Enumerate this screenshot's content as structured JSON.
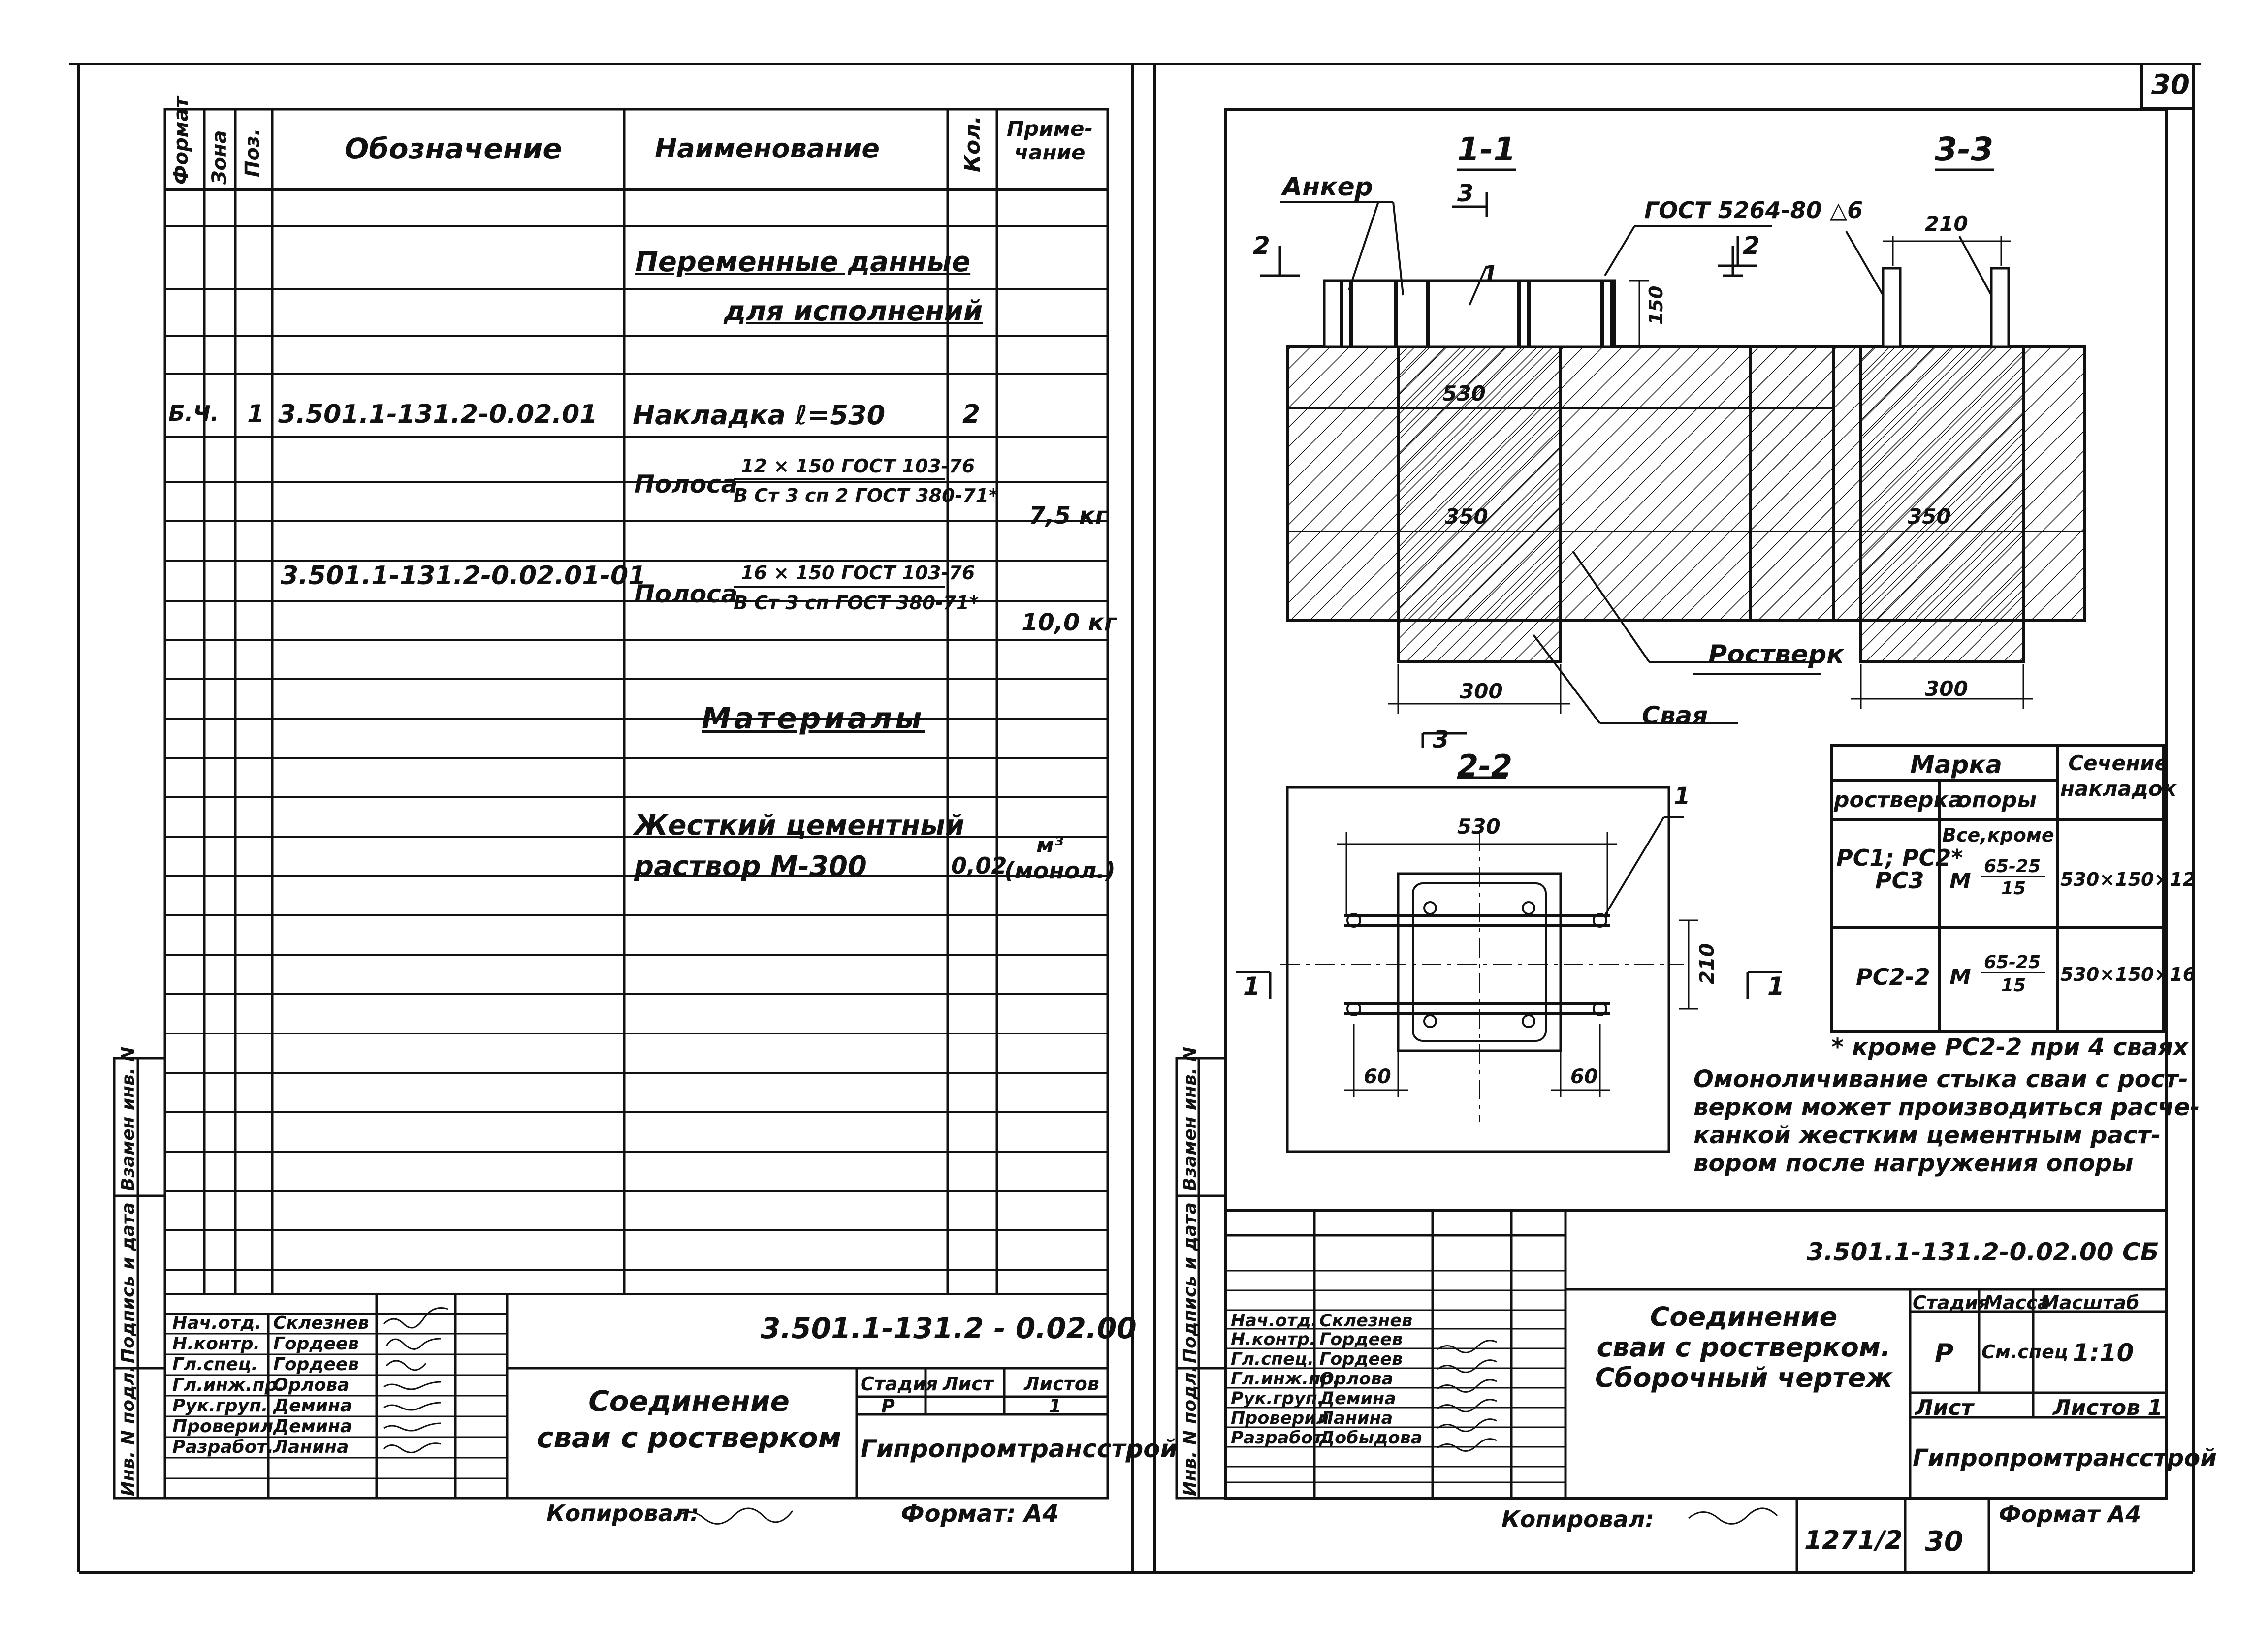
{
  "sheet_number": "30",
  "left": {
    "spec_header": {
      "format": "Формат",
      "zone": "Зона",
      "pos": "Поз.",
      "designation": "Обозначение",
      "name": "Наименование",
      "qty": "Кол.",
      "note": "Приме-\nчание"
    },
    "sections": {
      "variable_1": "Переменные данные",
      "variable_2": "для исполнений",
      "materials": "Материалы"
    },
    "rows": {
      "r1": {
        "format": "Б.Ч.",
        "pos": "1",
        "designation": "3.501.1-131.2-0.02.01",
        "name": "Накладка  ℓ=530",
        "qty": "2"
      },
      "r2": {
        "name": "Полоса",
        "frac_top": "12 × 150  ГОСТ 103-76",
        "frac_bot": "В Ст 3 сп 2 ГОСТ 380-71*",
        "note": "7,5 кг"
      },
      "r3": {
        "designation": "3.501.1-131.2-0.02.01-01",
        "name": "Полоса",
        "frac_top": "16 × 150  ГОСТ 103-76",
        "frac_bot": "В Ст 3 сп ГОСТ 380-71*",
        "note": "10,0 кг"
      },
      "r4": {
        "line1": "Жесткий цементный",
        "line2": "раствор  М-300",
        "qty": "0,02",
        "note_top": "м³",
        "note_bot": "(монол.)"
      }
    },
    "code": "3.501.1-131.2 - 0.02.00",
    "title": "Соединение\nсваи с ростверком",
    "stage_head": "Стадия",
    "sheet_head": "Лист",
    "sheets_head": "Листов",
    "stage": "Р",
    "sheets": "1",
    "org": "Гипропромтрансстрой",
    "copied": "Копировал:",
    "format": "Формат:  А4"
  },
  "stamp_roles": [
    "Нач.отд.",
    "Н.контр.",
    "Гл.спец.",
    "Гл.инж.пр.",
    "Рук.груп.",
    "Проверил",
    "Разработ."
  ],
  "stamp_names_left": [
    "Склезнев",
    "Гордеев",
    "Гордеев",
    "Орлова",
    "Демина",
    "Демина",
    "Ланина"
  ],
  "stamp_names_right": [
    "Склезнев",
    "Гордеев",
    "Гордеев",
    "Орлова",
    "Демина",
    "Ланина",
    "Добыдова"
  ],
  "side_labels": [
    "Инв. N подл.",
    "Подпись и дата",
    "Взамен инв. N"
  ],
  "right": {
    "sec11": "1-1",
    "sec33": "3-3",
    "sec22": "2-2",
    "anchor": "Анкер",
    "gost": "ГОСТ 5264-80 △6",
    "rostverk": "Ростверк",
    "svaya": "Свая",
    "dims": {
      "d150": "150",
      "d530": "530",
      "d350": "350",
      "d300": "300",
      "d210": "210",
      "d60": "60"
    },
    "cut": {
      "n1": "1",
      "n2": "2",
      "n3": "3"
    },
    "table": {
      "marka": "Марка",
      "rostverka": "ростверка",
      "opory": "опоры",
      "sechenie": "Сечение\nнакладок",
      "row1_rost": "РС1; РС2*\nРС3",
      "row1_opory_top": "Все,кроме",
      "row1_M": "М",
      "row1_frac_top": "65-25",
      "row1_frac_bot": "15",
      "row1_sech": "530×150×12",
      "row2_rost": "РС2-2",
      "row2_sech": "530×150×16"
    },
    "footnote": "* кроме РС2-2 при 4 сваях",
    "note": [
      "Омоноличивание стыка сваи с рост-",
      "верком может производиться расче-",
      "канкой жестким цементным раст-",
      "вором после нагружения опоры"
    ],
    "code": "3.501.1-131.2-0.02.00 СБ",
    "title": "Соединение\nсваи с ростверком.\nСборочный чертеж",
    "stage_head": "Стадия",
    "mass_head": "Масса",
    "scale_head": "Масштаб",
    "stage": "Р",
    "mass": "См.спец",
    "scale": "1:10",
    "sheet": "Лист",
    "sheets": "Листов 1",
    "org": "Гипропромтрансстрой",
    "copied": "Копировал:",
    "order": "1271/2",
    "num": "30",
    "format": "Формат  А4"
  }
}
